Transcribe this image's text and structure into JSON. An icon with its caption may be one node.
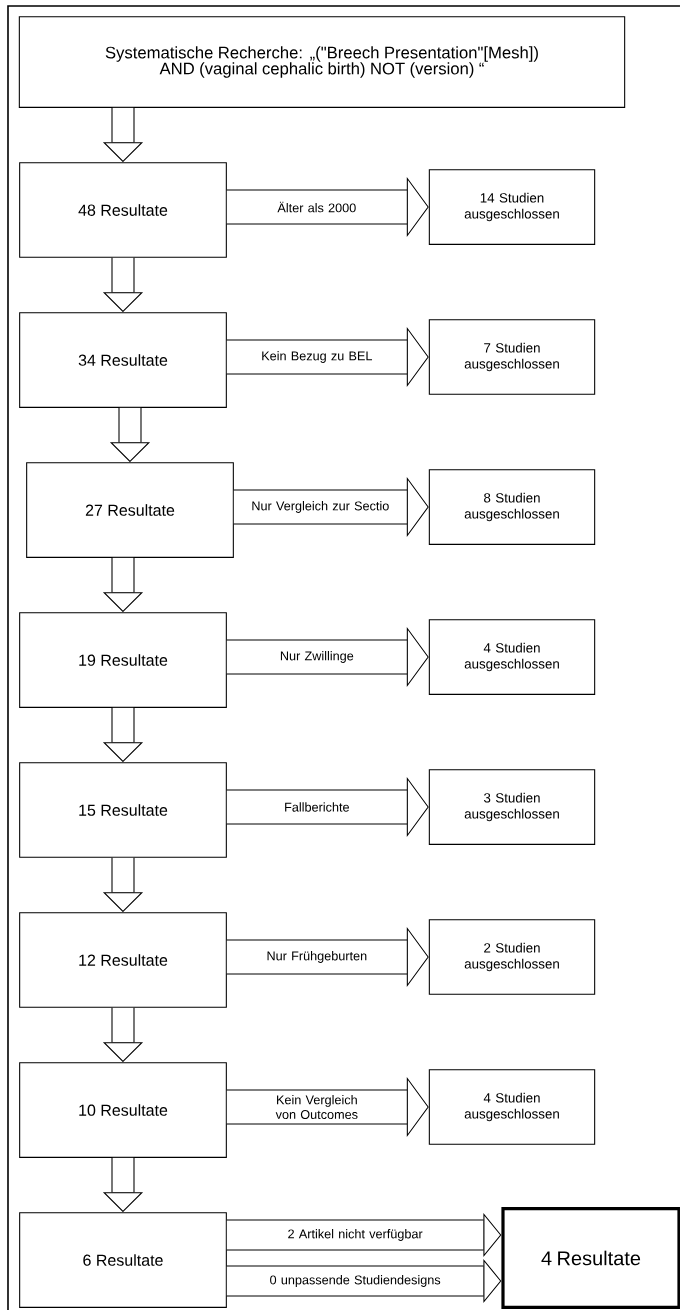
{
  "diagram": {
    "nodes": [
      {
        "text": [
          "Systematische Recherche: „(\"Breech Presentation\"[Mesh]) AND (vaginal cephalic birth) NOT (version) “"
        ]
      },
      {
        "text": [
          "48 Resultate"
        ]
      },
      {
        "text": [
          "14 Studien ausgeschlossen"
        ]
      },
      {
        "text": [
          "34 Resultate"
        ]
      },
      {
        "text": [
          "7 Studien ausgeschlossen"
        ]
      },
      {
        "text": [
          "27 Resultate"
        ]
      },
      {
        "text": [
          "8 Studien ausgeschlossen"
        ]
      },
      {
        "text": [
          "19 Resultate"
        ]
      },
      {
        "text": [
          "4 Studien ausgeschlossen"
        ]
      },
      {
        "text": [
          "15 Resultate"
        ]
      },
      {
        "text": [
          "3 Studien ausgeschlossen"
        ]
      },
      {
        "text": [
          "12 Resultate"
        ]
      },
      {
        "text": [
          "2 Studien ausgeschlossen"
        ]
      },
      {
        "text": [
          "10 Resultate"
        ]
      },
      {
        "text": [
          "4 Studien ausgeschlossen"
        ]
      },
      {
        "text": [
          "6 Resultate"
        ]
      },
      {
        "text": [
          "4 Resultate"
        ]
      }
    ],
    "edges": [
      {
        "from": 0,
        "to": 1,
        "arrow": "to"
      },
      {
        "from": 1,
        "to": 2,
        "arrow": "to",
        "label": "Älter als 2000"
      },
      {
        "from": 1,
        "to": 3,
        "arrow": "to"
      },
      {
        "from": 3,
        "to": 4,
        "arrow": "to",
        "label": "Kein Bezug zu BEL"
      },
      {
        "from": 3,
        "to": 5,
        "arrow": "to"
      },
      {
        "from": 5,
        "to": 6,
        "arrow": "to",
        "label": "Nur Vergleich zur Sectio"
      },
      {
        "from": 5,
        "to": 7,
        "arrow": "to"
      },
      {
        "from": 7,
        "to": 8,
        "arrow": "to",
        "label": "Nur Zwillinge"
      },
      {
        "from": 7,
        "to": 9,
        "arrow": "to"
      },
      {
        "from": 9,
        "to": 10,
        "arrow": "to",
        "label": "Fallberichte"
      },
      {
        "from": 9,
        "to": 11,
        "arrow": "to"
      },
      {
        "from": 11,
        "to": 12,
        "arrow": "to",
        "label": "Nur Frühgeburten"
      },
      {
        "from": 11,
        "to": 13,
        "arrow": "to"
      },
      {
        "from": 13,
        "to": 14,
        "arrow": "to",
        "label": "Kein Vergleich von Outcomes"
      },
      {
        "from": 13,
        "to": 15,
        "arrow": "to"
      },
      {
        "from": 15,
        "to": 16,
        "arrow": "to",
        "label": "2 Artikel nicht verfügbar"
      },
      {
        "from": 15,
        "to": 16,
        "arrow": "to",
        "label": "0 unpassende Studiendesigns"
      }
    ]
  }
}
